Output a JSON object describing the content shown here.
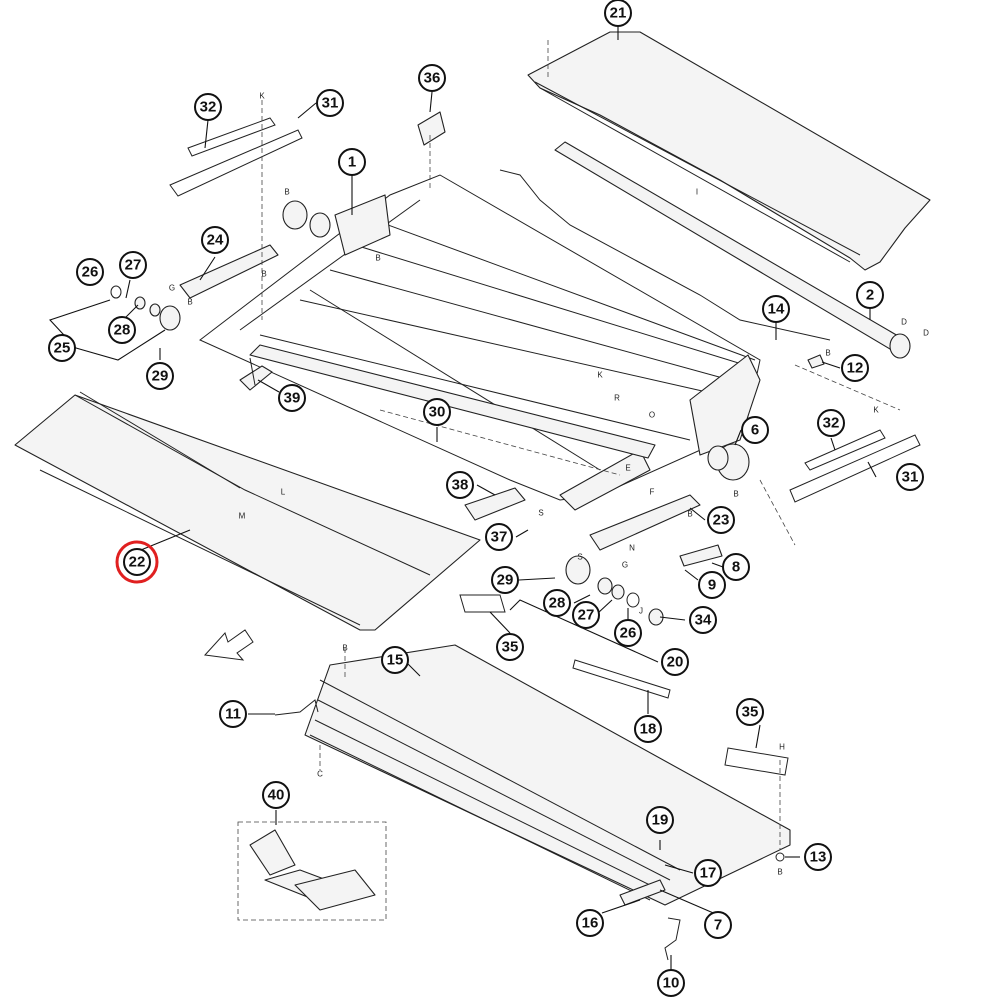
{
  "diagram": {
    "callouts": [
      "1",
      "2",
      "6",
      "7",
      "8",
      "9",
      "10",
      "11",
      "12",
      "13",
      "14",
      "15",
      "16",
      "17",
      "18",
      "19",
      "20",
      "21",
      "22",
      "23",
      "24",
      "25",
      "26",
      "27",
      "28",
      "29",
      "30",
      "31",
      "32",
      "34",
      "35",
      "36",
      "37",
      "38",
      "39",
      "40",
      "26",
      "27",
      "28",
      "29",
      "31",
      "32",
      "35"
    ],
    "highlighted_callout": "22",
    "reference_letters": [
      "K",
      "B",
      "G",
      "B",
      "B",
      "B",
      "K",
      "R",
      "O",
      "E",
      "F",
      "B",
      "S",
      "S",
      "N",
      "G",
      "J",
      "L",
      "M",
      "D",
      "D",
      "B",
      "K",
      "B",
      "B",
      "C",
      "H",
      "B",
      "I"
    ],
    "colors": {
      "line": "#222222",
      "highlight": "#e02020",
      "background": "#ffffff"
    }
  }
}
